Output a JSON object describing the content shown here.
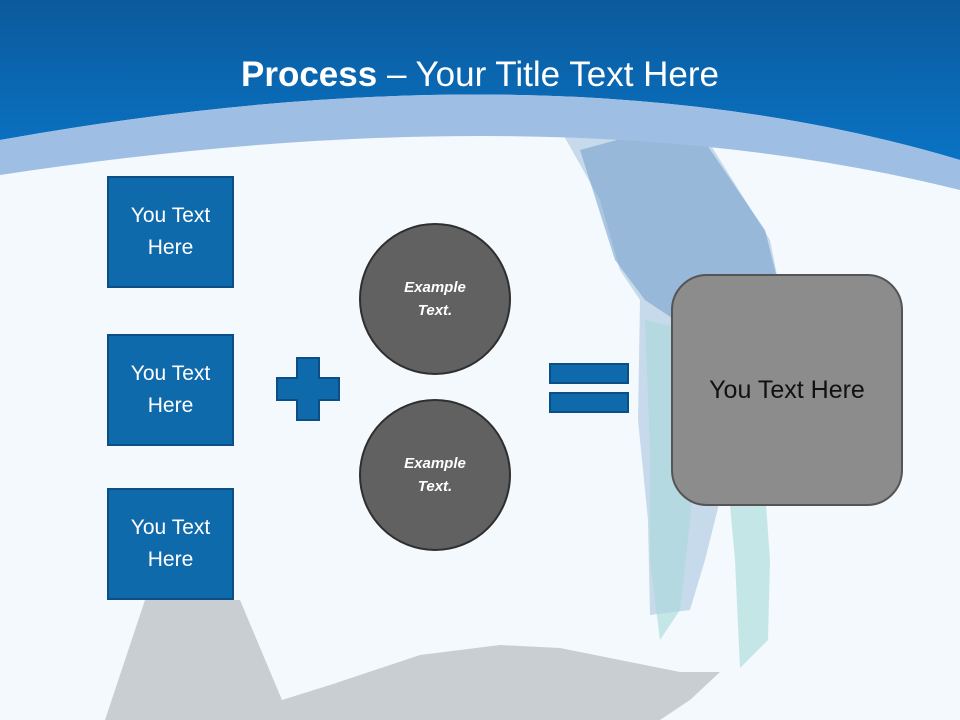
{
  "slide": {
    "title_bold": "Process",
    "title_rest": " – Your Title Text Here"
  },
  "boxes": [
    {
      "line1": "You Text",
      "line2": "Here"
    },
    {
      "line1": "You Text",
      "line2": "Here"
    },
    {
      "line1": "You Text",
      "line2": "Here"
    }
  ],
  "circles": [
    {
      "line1": "Example",
      "line2": "Text."
    },
    {
      "line1": "Example",
      "line2": "Text."
    }
  ],
  "result": {
    "label": "You Text Here"
  },
  "icons": {
    "plus": "plus-icon",
    "equals": "equals-icon"
  },
  "colors": {
    "header_blue": "#0a64b0",
    "box_blue": "#0f6aac",
    "circle_gray": "#616161",
    "result_gray": "#8c8c8c",
    "background": "#f3f9fd"
  }
}
